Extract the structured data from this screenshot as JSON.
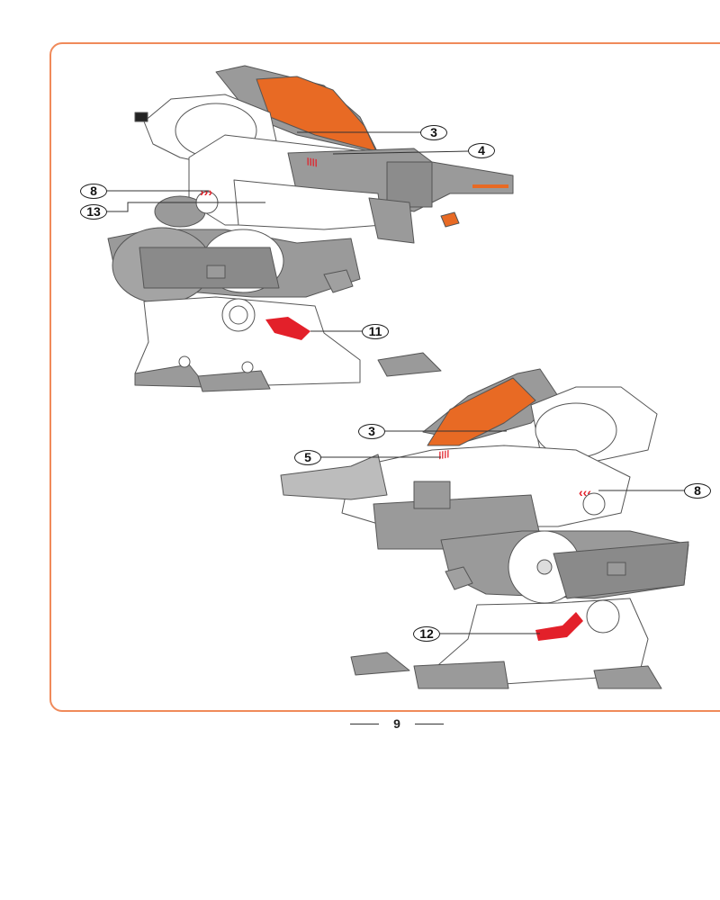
{
  "page_number": "9",
  "colors": {
    "frame": "#f08a5a",
    "accent_orange": "#e86a24",
    "red_decal": "#e3202a",
    "body_gray": "#9a9a9a"
  },
  "figure_top": {
    "callouts": [
      "3",
      "4",
      "8",
      "13",
      "11"
    ]
  },
  "figure_bottom": {
    "callouts": [
      "3",
      "5",
      "8",
      "12"
    ]
  }
}
